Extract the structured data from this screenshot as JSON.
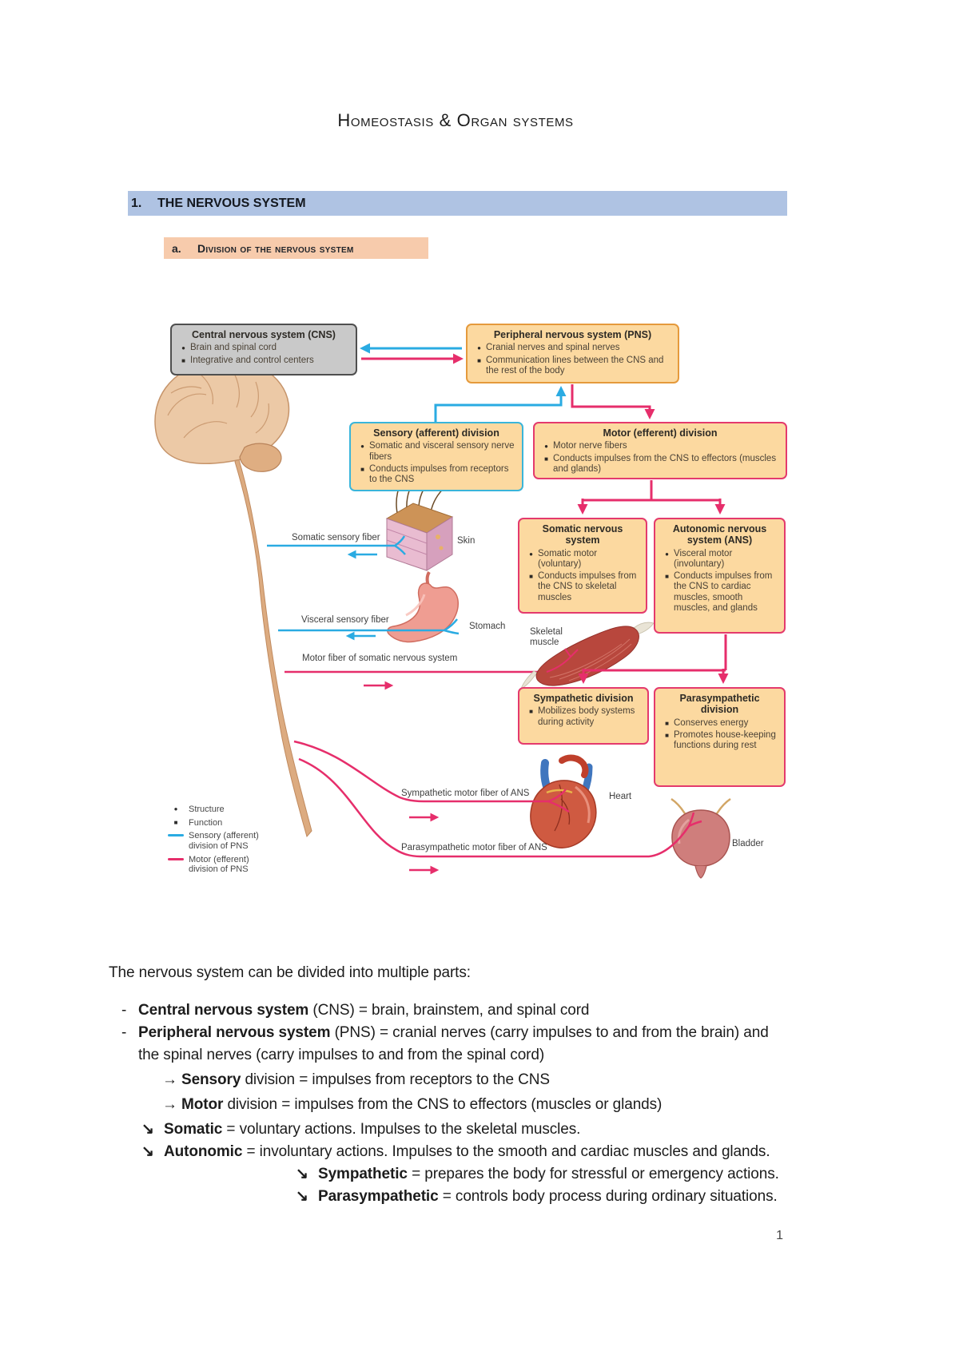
{
  "page_number": "1",
  "title": "Homeostasis & Organ systems",
  "section": {
    "number": "1.",
    "label": "THE NERVOUS SYSTEM"
  },
  "subsection": {
    "number": "a.",
    "label": "Division of the nervous system"
  },
  "diagram": {
    "cns": {
      "title": "Central nervous system (CNS)",
      "b1_marker": "●",
      "b1": "Brain and spinal cord",
      "b2_marker": "■",
      "b2": "Integrative and control centers"
    },
    "pns": {
      "title": "Peripheral nervous system (PNS)",
      "b1_marker": "●",
      "b1": "Cranial nerves and spinal nerves",
      "b2_marker": "■",
      "b2": "Communication lines between the CNS and the rest of the body"
    },
    "sensory": {
      "title": "Sensory (afferent) division",
      "b1_marker": "●",
      "b1": "Somatic and visceral sensory nerve fibers",
      "b2_marker": "■",
      "b2": "Conducts impulses from receptors to the CNS"
    },
    "motor": {
      "title": "Motor (efferent) division",
      "b1_marker": "●",
      "b1": "Motor nerve fibers",
      "b2_marker": "■",
      "b2": "Conducts impulses from the CNS to effectors (muscles and glands)"
    },
    "somatic": {
      "title": "Somatic nervous system",
      "b1_marker": "●",
      "b1": "Somatic motor (voluntary)",
      "b2_marker": "■",
      "b2": "Conducts impulses from the CNS to skeletal muscles"
    },
    "autonomic": {
      "title": "Autonomic nervous system (ANS)",
      "b1_marker": "●",
      "b1": "Visceral motor (involuntary)",
      "b2_marker": "■",
      "b2": "Conducts impulses from the CNS to cardiac muscles, smooth muscles, and glands"
    },
    "sympathetic": {
      "title": "Sympathetic division",
      "b1_marker": "■",
      "b1": "Mobilizes body systems during activity"
    },
    "parasympathetic": {
      "title": "Parasympathetic division",
      "b1_marker": "■",
      "b1": "Conserves energy",
      "b2_marker": "■",
      "b2": "Promotes house-keeping functions during rest"
    },
    "labels": {
      "somatic_sensory_fiber": "Somatic sensory fiber",
      "skin": "Skin",
      "visceral_sensory_fiber": "Visceral sensory fiber",
      "stomach": "Stomach",
      "skeletal_muscle": "Skeletal muscle",
      "motor_fiber": "Motor fiber of somatic nervous system",
      "sympathetic_fiber": "Sympathetic motor fiber of ANS",
      "heart": "Heart",
      "parasympathetic_fiber": "Parasympathetic motor fiber of ANS",
      "bladder": "Bladder"
    },
    "legend": {
      "structure_marker": "●",
      "structure": "Structure",
      "function_marker": "■",
      "function": "Function",
      "sensory_line": "Sensory (afferent) division of PNS",
      "motor_line": "Motor (efferent) division of PNS"
    },
    "colors": {
      "sensory_blue": "#2aabe2",
      "motor_pink": "#e62e6b",
      "box_fill": "#fcd9a0",
      "box_border_orange": "#e59a3c",
      "cns_gray": "#c9c9c9",
      "heading_band_blue": "#afc3e3",
      "subheading_peach": "#f7cbac"
    }
  },
  "body": {
    "intro": "The nervous system can be divided into multiple parts:",
    "items": [
      {
        "marker": "-",
        "bold": "Central nervous system",
        "rest": " (CNS) = brain, brainstem, and spinal cord"
      },
      {
        "marker": "-",
        "bold": "Peripheral nervous system",
        "rest": " (PNS) = cranial nerves (carry impulses to and from the brain) and",
        "rest2": "the spinal nerves (carry impulses to and from the spinal cord)"
      },
      {
        "marker": "→",
        "bold": "Sensory",
        "rest": " division = impulses from receptors to the CNS"
      },
      {
        "marker": "→",
        "bold": "Motor",
        "rest": " division = impulses from the CNS to effectors (muscles or glands)"
      },
      {
        "marker": "↘",
        "bold": "Somatic",
        "rest": " = voluntary actions. Impulses to the skeletal muscles."
      },
      {
        "marker": "↘",
        "bold": "Autonomic",
        "rest": " = involuntary actions. Impulses to the smooth and cardiac muscles and glands."
      },
      {
        "marker": "↘",
        "bold": "Sympathetic",
        "rest": " = prepares the body for stressful or emergency actions."
      },
      {
        "marker": "↘",
        "bold": "Parasympathetic",
        "rest": " = controls body process during ordinary situations."
      }
    ]
  }
}
